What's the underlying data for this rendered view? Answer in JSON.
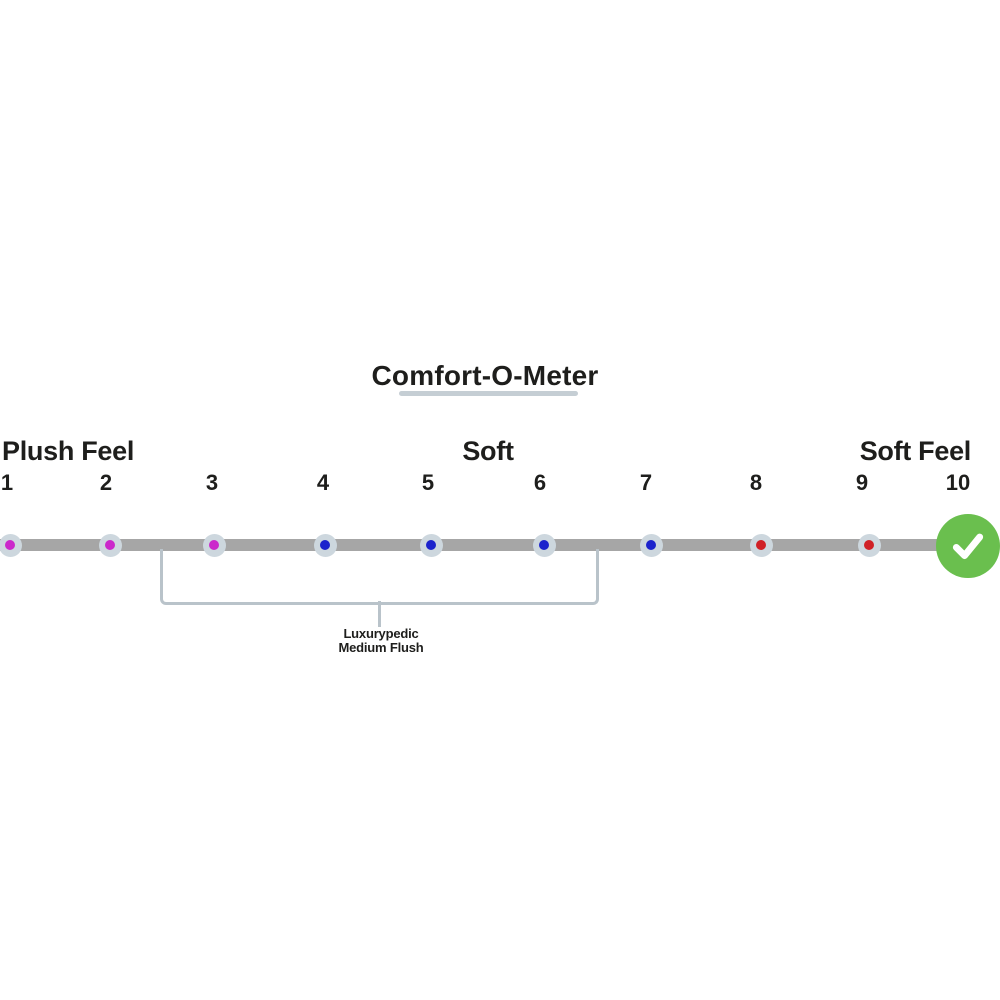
{
  "title": {
    "text": "Comfort-O-Meter"
  },
  "labels": {
    "left": "Plush Feel",
    "center": "Soft",
    "right": "Soft Feel"
  },
  "scale": {
    "min": 1,
    "max": 10,
    "points": [
      {
        "label": "1",
        "color": "magenta"
      },
      {
        "label": "2",
        "color": "magenta"
      },
      {
        "label": "3",
        "color": "magenta"
      },
      {
        "label": "4",
        "color": "blue"
      },
      {
        "label": "5",
        "color": "blue"
      },
      {
        "label": "6",
        "color": "blue"
      },
      {
        "label": "7",
        "color": "blue"
      },
      {
        "label": "8",
        "color": "red"
      },
      {
        "label": "9",
        "color": "red"
      },
      {
        "label": "10",
        "color": "check"
      }
    ],
    "selected_value": "10"
  },
  "bracket": {
    "approx_from": 2.5,
    "approx_to": 6.5
  },
  "annotation": {
    "line1": "Luxurypedic",
    "line2": "Medium Flush"
  },
  "colors": {
    "magenta": "#cb29cb",
    "blue": "#1c23cc",
    "red": "#d02127",
    "green": "#6abf4e",
    "bar": "#a6a6a6",
    "ring": "#cdd7de",
    "bracket": "#b9c3ca",
    "underline": "#c5ced4",
    "text": "#1e1e1c"
  }
}
